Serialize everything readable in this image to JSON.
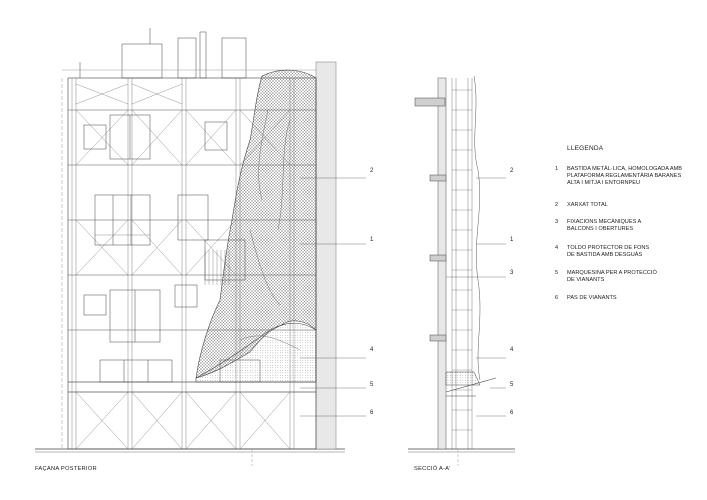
{
  "legend": {
    "title": "LLEGENDA",
    "items": [
      {
        "num": "1",
        "text": "BASTIDA METÀL·LICA, HOMOLOGADA AMB PLATAFORMA REGLAMENTÀRIA BARANES ALTA I MITJA I ENTORNPEU"
      },
      {
        "num": "2",
        "text": "XARXAT TOTAL"
      },
      {
        "num": "3",
        "text": "FIXACIONS MECÀNIQUES A BALCONS I OBERTURES"
      },
      {
        "num": "4",
        "text": "TOLDO PROTECTOR DE FONS DE BASTIDA AMB DESGUÀS"
      },
      {
        "num": "5",
        "text": "MARQUESINA PER A PROTECCIÓ DE VIANANTS"
      },
      {
        "num": "6",
        "text": "PAS DE VIANANTS"
      }
    ]
  },
  "captions": {
    "elevation": "FAÇANA POSTERIOR",
    "section": "SECCIÓ A-A'"
  },
  "callouts": {
    "elevation": [
      "2",
      "1",
      "4",
      "5",
      "6"
    ],
    "section": [
      "2",
      "1",
      "3",
      "4",
      "5",
      "6"
    ]
  }
}
